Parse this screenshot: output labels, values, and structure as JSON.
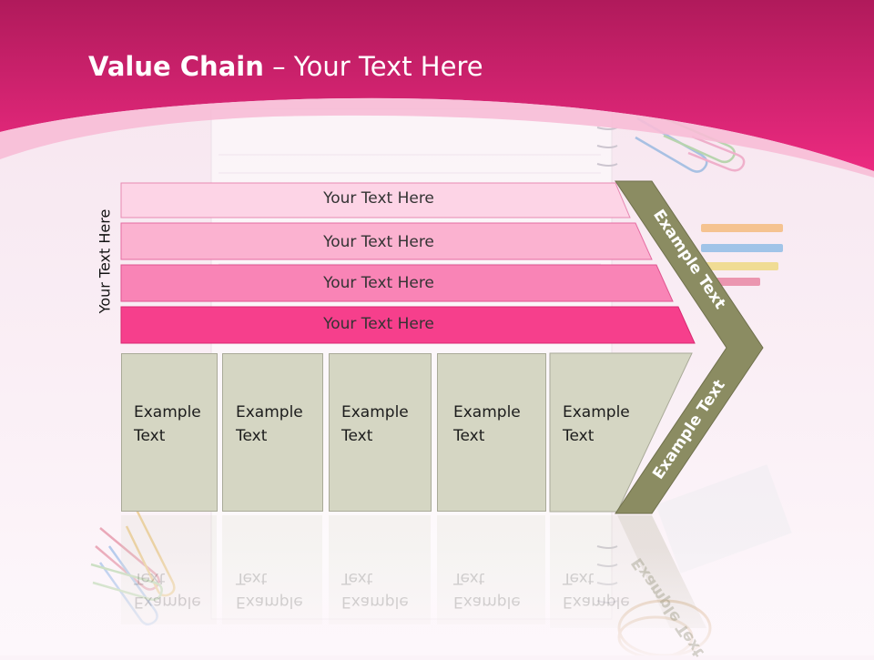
{
  "slide": {
    "title_bold": "Value Chain",
    "title_rest": " – Your Text Here",
    "side_label": "Your Text Here"
  },
  "bands": [
    {
      "label": "Your Text Here",
      "color": "#fdd4e6"
    },
    {
      "label": "Your Text Here",
      "color": "#fbb2d0"
    },
    {
      "label": "Your Text Here",
      "color": "#f984b6"
    },
    {
      "label": "Your Text Here",
      "color": "#f63f8c"
    }
  ],
  "boxes": [
    {
      "line1": "Example",
      "line2": "Text"
    },
    {
      "line1": "Example",
      "line2": "Text"
    },
    {
      "line1": "Example",
      "line2": "Text"
    },
    {
      "line1": "Example",
      "line2": "Text"
    },
    {
      "line1": "Example",
      "line2": "Text"
    }
  ],
  "chevron": {
    "top_label": "Example Text",
    "bottom_label": "Example Text",
    "color": "#8b8c62"
  },
  "colors": {
    "header": "#e82a7c",
    "header_dark": "#b11a5c",
    "box_fill": "#d5d6c3"
  }
}
